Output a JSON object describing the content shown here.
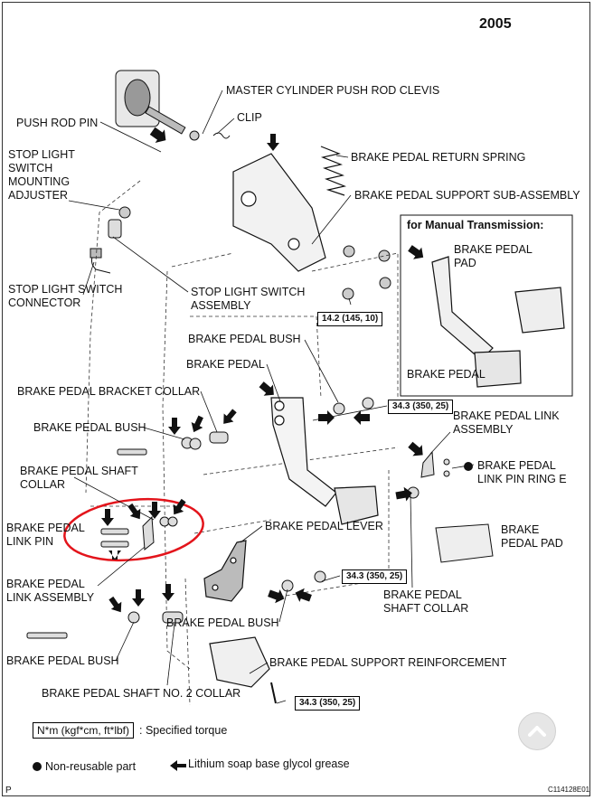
{
  "header": {
    "year": "2005"
  },
  "labels": {
    "master_cylinder_clevis": "MASTER CYLINDER PUSH ROD CLEVIS",
    "clip": "CLIP",
    "push_rod_pin": "PUSH ROD PIN",
    "return_spring": "BRAKE PEDAL RETURN SPRING",
    "stop_light_adjuster": "STOP LIGHT\nSWITCH\nMOUNTING\nADJUSTER",
    "support_sub_assembly": "BRAKE PEDAL SUPPORT SUB-ASSEMBLY",
    "stop_light_connector": "STOP LIGHT SWITCH\nCONNECTOR",
    "stop_light_assembly": "STOP LIGHT SWITCH\nASSEMBLY",
    "pedal_bush_top": "BRAKE PEDAL BUSH",
    "brake_pedal": "BRAKE PEDAL",
    "bracket_collar": "BRAKE PEDAL BRACKET COLLAR",
    "pedal_bush_left": "BRAKE PEDAL BUSH",
    "link_assembly_right": "BRAKE PEDAL LINK\nASSEMBLY",
    "link_pin_ring": "BRAKE PEDAL\nLINK PIN RING E",
    "shaft_collar_left": "BRAKE PEDAL SHAFT\nCOLLAR",
    "link_pin": "BRAKE PEDAL\nLINK PIN",
    "pedal_lever": "BRAKE PEDAL LEVER",
    "pedal_pad_right": "BRAKE\nPEDAL PAD",
    "link_assembly_left": "BRAKE PEDAL\nLINK ASSEMBLY",
    "shaft_collar_right": "BRAKE PEDAL\nSHAFT COLLAR",
    "pedal_bush_mid": "BRAKE PEDAL BUSH",
    "pedal_bush_bottom": "BRAKE PEDAL BUSH",
    "support_reinforcement": "BRAKE PEDAL SUPPORT REINFORCEMENT",
    "shaft_no2_collar": "BRAKE PEDAL SHAFT NO. 2 COLLAR"
  },
  "inset": {
    "title": "for Manual Transmission:",
    "pad_label": "BRAKE PEDAL\nPAD",
    "pedal_label": "BRAKE PEDAL"
  },
  "torques": {
    "t1": "14.2 (145, 10)",
    "t2": "34.3 (350, 25)",
    "t3": "34.3 (350, 25)",
    "t4": "34.3 (350, 25)"
  },
  "legend": {
    "unit_box": "N*m (kgf*cm, ft*lbf)",
    "unit_text": ": Specified torque",
    "non_reusable": "Non-reusable part",
    "grease": "Lithium soap base glycol grease"
  },
  "footer": {
    "page_mark": "P",
    "figure_code": "C114128E01"
  },
  "colors": {
    "highlight": "#e3141b",
    "line": "#111111",
    "scroll_button": "#e6e6e6"
  },
  "icons": [
    "grease-arrow-icon",
    "non-reusable-dot-icon",
    "chevron-up-icon"
  ]
}
